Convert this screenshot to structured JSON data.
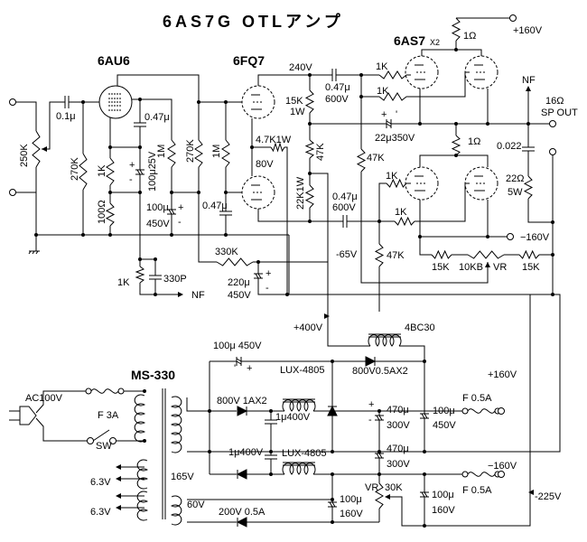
{
  "title": "6AS7G OTLアンプ",
  "tubes": {
    "v1": "6AU6",
    "v2": "6FQ7",
    "v3": "6AS7",
    "v3_count": "X2"
  },
  "amp": {
    "pot_in": "250K",
    "cin": "0.1μ",
    "r_grid1": "270K",
    "rk1": "1K",
    "rk1b": "100Ω",
    "c_screen": "0.47μ",
    "ck1": "100μ25V",
    "ck1_plus": "+",
    "ck1_minus": "-",
    "r_screen": "1M",
    "r_plate1": "270K",
    "r_grid2": "1M",
    "c_dec": "100μ",
    "c_dec_v": "450V",
    "c_dec_plus": "+",
    "c_dec_minus": "-",
    "c_grid2": "0.47μ",
    "r_330k": "330K",
    "c_220": "220μ",
    "c_220_v": "450V",
    "c_220_plus": "+",
    "c_220_minus": "-",
    "r_nf": "1K",
    "c_nf": "330P",
    "nf_in": "NF",
    "v_240": "240V",
    "c_coup1": "0.47μ",
    "c_coup1_v": "600V",
    "r_15k": "15K",
    "r_15k_w": "1W",
    "r_47k_a": "47K",
    "r_4k7": "4.7K1W",
    "v_80": "80V",
    "r_22k": "22K1W",
    "c_coup2": "0.47μ",
    "c_coup2_v": "600V",
    "r_g1": "1K",
    "r_g2": "1K",
    "r_g3": "1K",
    "r_g4": "1K",
    "r_1ohm_top": "1Ω",
    "r_1ohm_mid": "1Ω",
    "v_plus160": "+160V",
    "c_boot": "22μ350V",
    "c_boot_plus": "+",
    "c_boot_minus": "'",
    "r_47k_b": "47K",
    "r_47k_c": "47K",
    "v_minus65": "-65V",
    "nf_out": "NF",
    "sp_out_imp": "16Ω",
    "sp_out": "SP OUT",
    "c_zobel": "0.022",
    "r_zobel": "22Ω",
    "r_zobel_w": "5W",
    "v_minus160": "−160V",
    "r_15k_l": "15K",
    "vr_10kb": "10KB",
    "vr": "VR",
    "r_15k_r": "15K"
  },
  "psu": {
    "v_plus400": "+400V",
    "choke": "4BC30",
    "c_100_450": "100μ 450V",
    "c_100_450_minus": "'",
    "c_100_450_plus": "+",
    "transformer": "MS-330",
    "ac": "AC100V",
    "fuse_main": "F 3A",
    "switch": "SW",
    "lux_top": "LUX-4805",
    "diode_top": "800V0.5AX2",
    "v_plus160": "+160V",
    "fuse_plus": "F 0.5A",
    "diode_main": "800V 1AX2",
    "c_1u_a": "1μ400V",
    "c_470_a": "470μ",
    "c_470_a_v": "300V",
    "c_100_b": "100μ",
    "c_100_b_v": "450V",
    "v_165": "165V",
    "c_1u_b": "1μ400V",
    "lux_bot": "LUX-4805",
    "c_470_b": "470μ",
    "c_470_b_v": "300V",
    "v_minus160": "−160V",
    "fuse_minus": "F 0.5A",
    "heater1": "6.3V",
    "heater2": "6.3V",
    "v_60": "60V",
    "diode_bias": "200V 0.5A",
    "c_100_c": "100μ",
    "c_100_c_v": "160V",
    "vr": "VR",
    "vr_30k": "30K",
    "c_100_d": "100μ",
    "c_100_d_v": "160V",
    "v_minus225": "-225V",
    "plus": "+",
    "minus": "-"
  }
}
